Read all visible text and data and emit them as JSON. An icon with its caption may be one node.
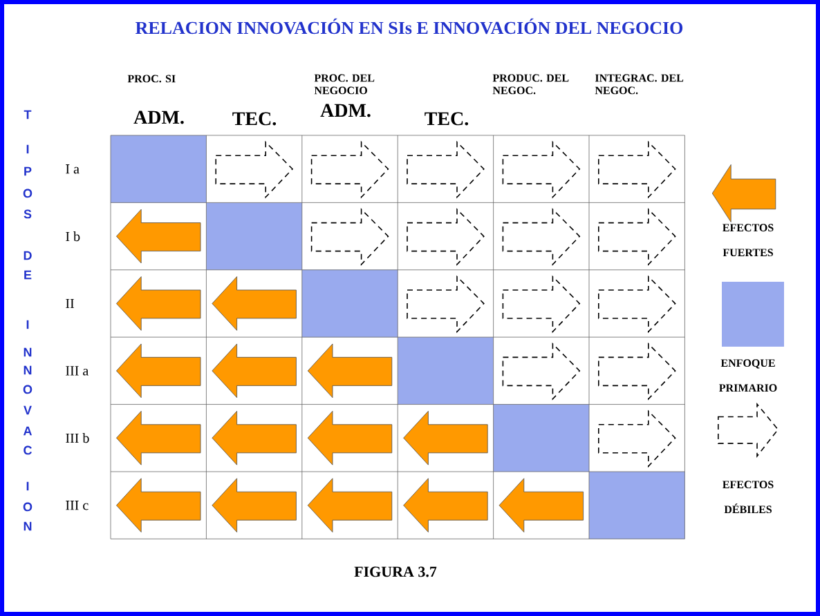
{
  "diagram": {
    "title": "RELACION INNOVACIÓN EN SIs  E INNOVACIÓN DEL NEGOCIO",
    "caption": "FIGURA 3.7",
    "labels": [
      "PROC. SI",
      "PROC. DEL NEGOCIO",
      "PRODUC. DEL NEGOC.",
      "INTEGRAC. DEL NEGOC.",
      "ADM.",
      "TEC.",
      "ADM.",
      "TEC.",
      "T",
      "I",
      "P",
      "O",
      "S",
      "D",
      "E",
      "I",
      "N",
      "N",
      "O",
      "V",
      "A",
      "C",
      "I",
      "O",
      "N",
      "I a",
      "I b",
      "II",
      "III a",
      "III b",
      "III c"
    ],
    "legend": [
      {
        "text": "EFECTOS FUERTES"
      },
      {
        "text": "ENFOQUE PRIMARIO",
        "color": "#99aaee"
      },
      {
        "text": "EFECTOS DÉBILES"
      }
    ]
  }
}
